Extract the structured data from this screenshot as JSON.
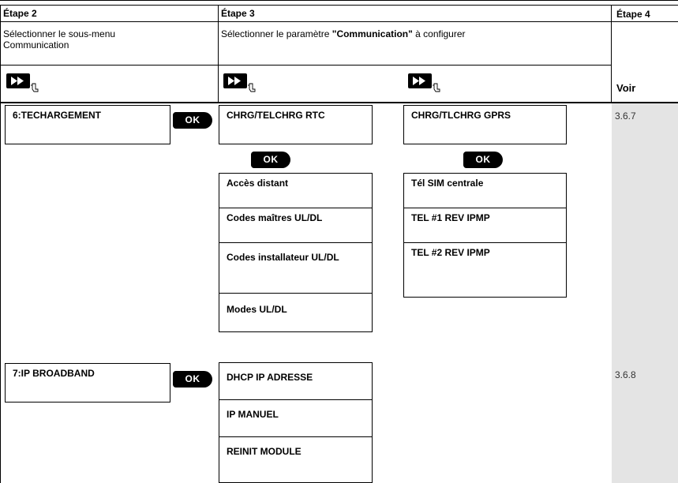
{
  "headers": {
    "step2": "Étape 2",
    "step3": "Étape 3",
    "step4": "Étape 4"
  },
  "instructions": {
    "step2_line1": "Sélectionner le sous-menu",
    "step2_line2": "Communication",
    "step3_prefix": "Sélectionner le paramètre ",
    "step3_bold": "\"Communication\"",
    "step3_suffix": " à configurer"
  },
  "see_label": "Voir",
  "ok_label": "OK",
  "icons": {
    "next": "next-button-icon",
    "pointer": "hand-pointer-icon",
    "ok": "ok-button-icon"
  },
  "sections": [
    {
      "menu": "6:TECHARGEMENT",
      "ref": "3.6.7",
      "submenus": [
        {
          "title": "CHRG/TELCHRG RTC",
          "options": [
            "Accès distant",
            "Codes maîtres UL/DL",
            "Codes installateur UL/DL",
            "Modes UL/DL"
          ]
        },
        {
          "title": "CHRG/TLCHRG GPRS",
          "options": [
            "Tél SIM centrale",
            "TEL #1 REV IPMP",
            "TEL #2 REV IPMP"
          ]
        }
      ]
    },
    {
      "menu": "7:IP BROADBAND",
      "ref": "3.6.8",
      "options": [
        "DHCP IP ADRESSE",
        "IP MANUEL",
        "REINIT MODULE"
      ]
    }
  ]
}
